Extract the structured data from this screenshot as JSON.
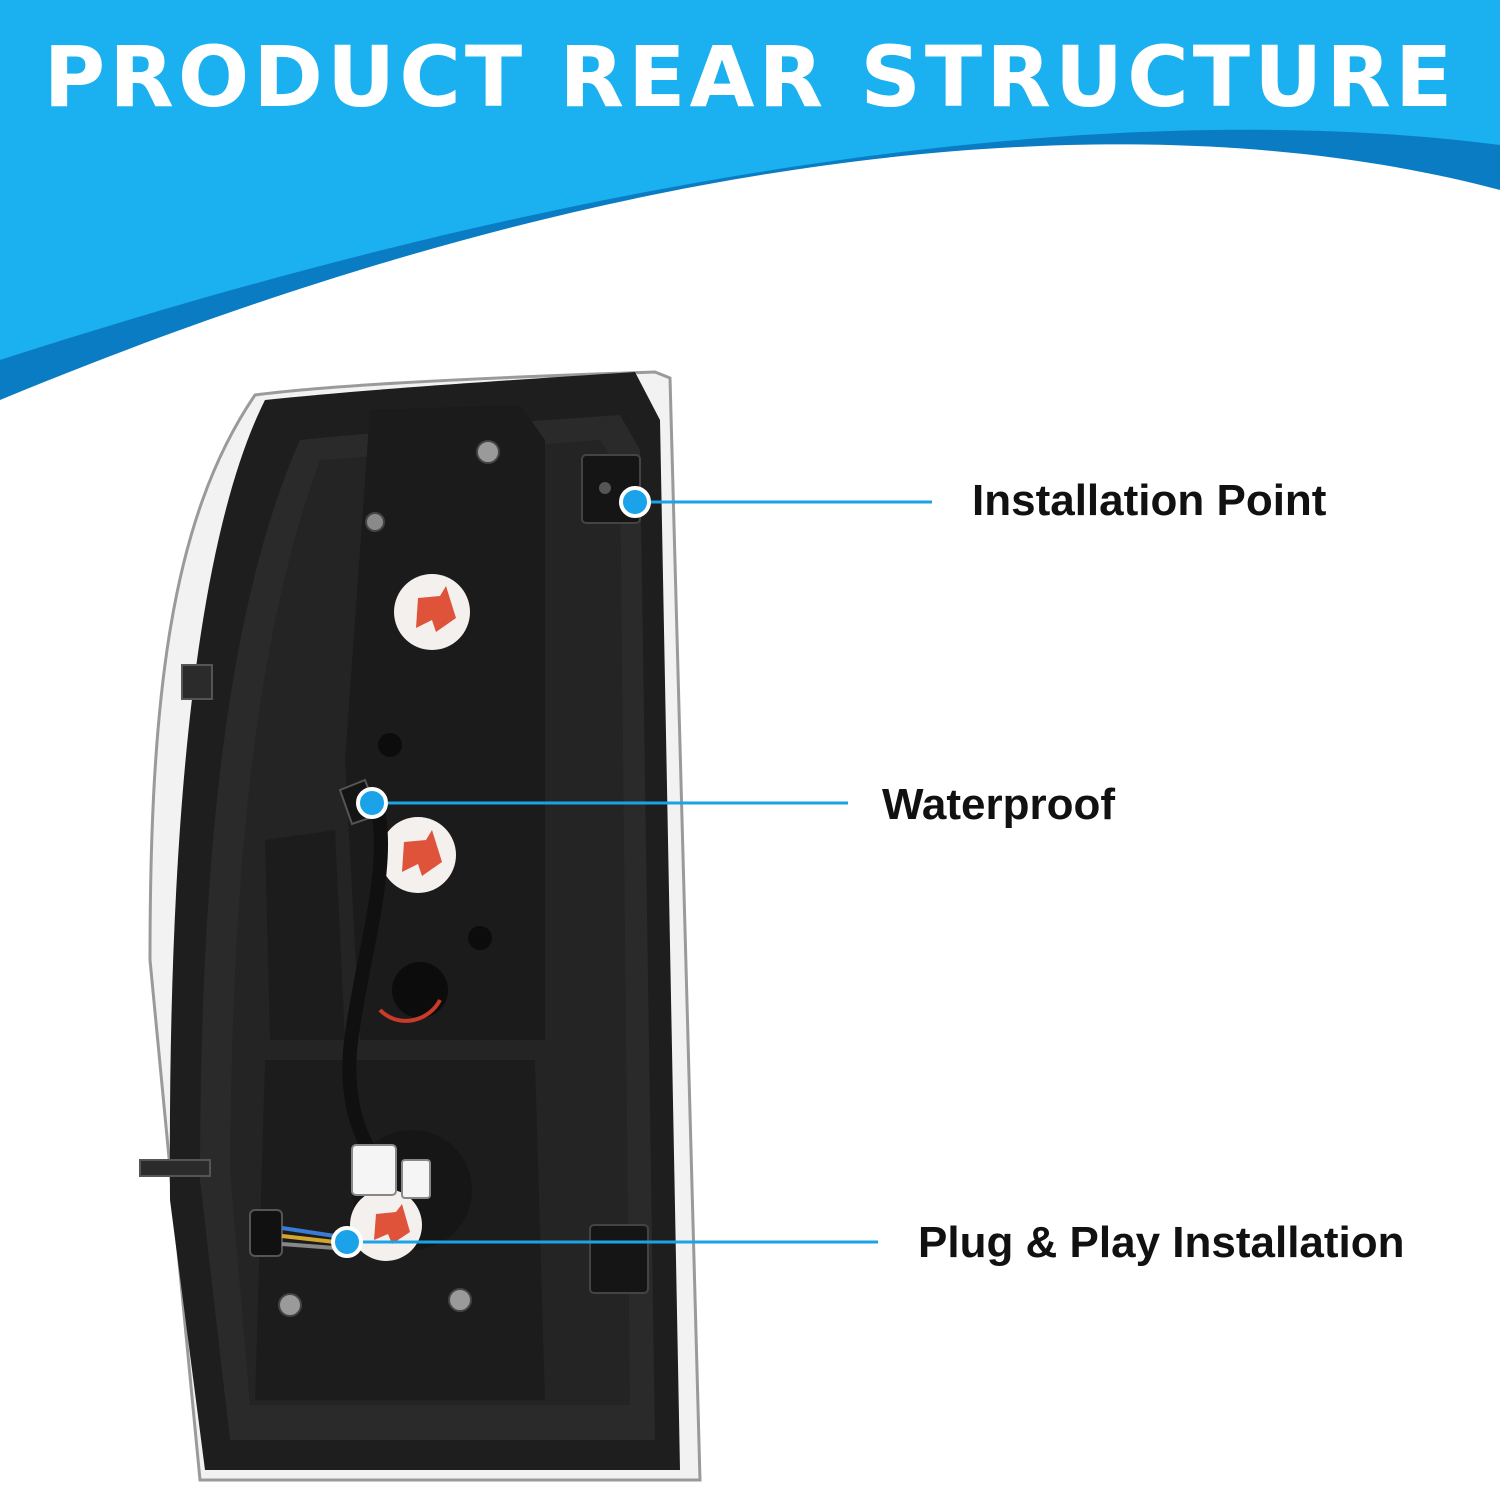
{
  "header": {
    "title": "PRODUCT REAR STRUCTURE"
  },
  "colors": {
    "banner_light": "#1bb0ef",
    "banner_dark": "#0a7cc4",
    "accent_dot": "#1aa3e8",
    "housing": "#1e1e1e",
    "sticker_arrow": "#e0533b"
  },
  "callouts": [
    {
      "label": "Installation Point"
    },
    {
      "label": "Waterproof"
    },
    {
      "label": "Plug & Play Installation"
    }
  ],
  "product": {
    "icon": "tail-light-rear-housing"
  }
}
